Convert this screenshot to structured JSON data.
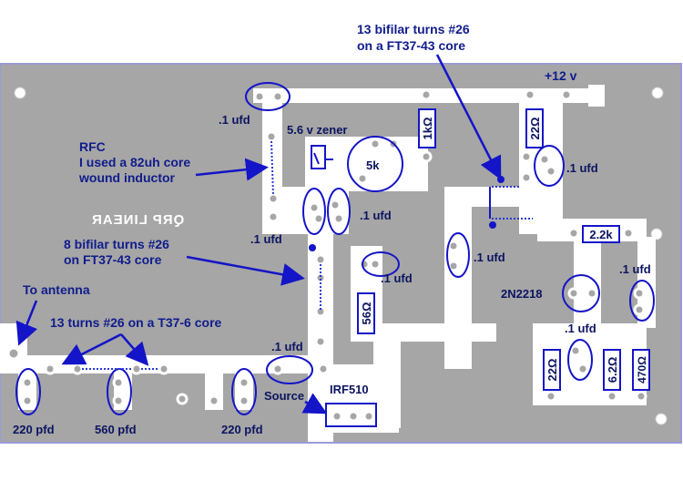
{
  "labels": {
    "bifilar_13_line1": "13 bifilar turns #26",
    "bifilar_13_line2": "on a FT37-43 core",
    "plus12": "+12 v",
    "c_top_left": ".1 ufd",
    "zener": "5.6 v zener",
    "r_1k": "1kΩ",
    "r_22_top": "22Ω",
    "c_right_top": ".1 ufd",
    "rfc_line1": "RFC",
    "rfc_line2": "I used a 82uh core",
    "rfc_line3": "wound inductor",
    "pot_5k": "5k",
    "c_mid1": ".1 ufd",
    "c_left_mid": ".1 ufd",
    "board_text": "QRP LINEAR",
    "r_2k2": "2.2k",
    "bifilar_8_line1": "8  bifilar turns  #26",
    "bifilar_8_line2": "on FT37-43 core",
    "c_mid_right": ".1 ufd",
    "c_mid2": ".1 ufd",
    "c_right2": ".1 ufd",
    "to_antenna": "To antenna",
    "transistor": "2N2218",
    "r_56": "56Ω",
    "c_bottom_right": ".1 ufd",
    "toroid_13": "13 turns #26 on a T37-6 core",
    "c_bottom": ".1 ufd",
    "r_22_bottom": "22Ω",
    "r_6_2": "6.2Ω",
    "r_470": "470Ω",
    "mosfet": "IRF510",
    "source": "Source",
    "cap_220_left": "220 pfd",
    "cap_560": "560 pfd",
    "cap_220_right": "220 pfd"
  },
  "colors": {
    "board": "#a6a6a6",
    "trace": "#ffffff",
    "annotation": "#1414c8",
    "text": "#101c8c"
  }
}
